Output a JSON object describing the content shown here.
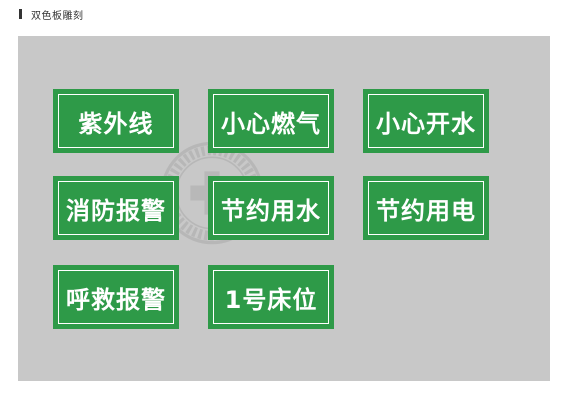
{
  "header": {
    "title": "双色板雕刻"
  },
  "signs": [
    {
      "label": "紫外线"
    },
    {
      "label": "小心燃气"
    },
    {
      "label": "小心开水"
    },
    {
      "label": "消防报警"
    },
    {
      "label": "节约用水"
    },
    {
      "label": "节约用电"
    },
    {
      "label": "呼救报警"
    },
    {
      "label": "1号床位"
    }
  ],
  "colors": {
    "sign_green": "#2e9a48",
    "sign_text": "#ffffff",
    "canvas_gray": "#c8c8c8",
    "page_bg": "#ffffff"
  },
  "icons": {
    "watermark": "medical-cross-seal-icon"
  }
}
